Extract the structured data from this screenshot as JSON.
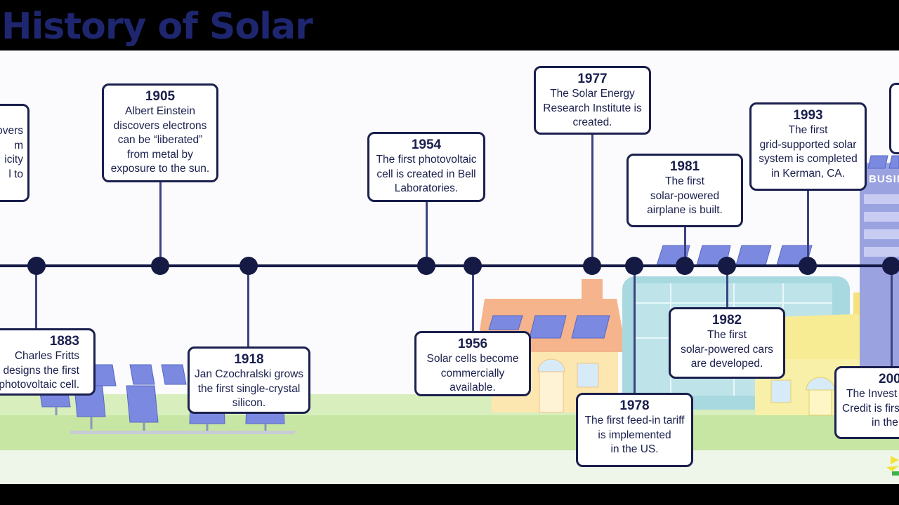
{
  "title": "History of Solar",
  "building_sign": "BUSIN",
  "events": [
    {
      "id": "partial-left",
      "year": "",
      "lines": [
        "overs",
        "m",
        "icity",
        "l to"
      ]
    },
    {
      "id": "1883",
      "year": "1883",
      "lines": [
        "Charles Fritts",
        "designs the first",
        "photovoltaic cell."
      ]
    },
    {
      "id": "1905",
      "year": "1905",
      "lines": [
        "Albert Einstein",
        "discovers electrons",
        "can be “liberated”",
        "from metal by",
        "exposure to the sun."
      ]
    },
    {
      "id": "1918",
      "year": "1918",
      "lines": [
        "Jan Czochralski grows",
        "the first single-crystal",
        "silicon."
      ]
    },
    {
      "id": "1954",
      "year": "1954",
      "lines": [
        "The first photovoltaic",
        "cell is created in Bell",
        "Laboratories."
      ]
    },
    {
      "id": "1956",
      "year": "1956",
      "lines": [
        "Solar cells become",
        "commercially",
        "available."
      ]
    },
    {
      "id": "1977",
      "year": "1977",
      "lines": [
        "The Solar Energy",
        "Research Institute is",
        "created."
      ]
    },
    {
      "id": "1978",
      "year": "1978",
      "lines": [
        "The first feed-in tariff",
        "is implemented",
        "in the US."
      ]
    },
    {
      "id": "1981",
      "year": "1981",
      "lines": [
        "The first",
        "solar-powered",
        "airplane is built."
      ]
    },
    {
      "id": "1982",
      "year": "1982",
      "lines": [
        "The first",
        "solar-powered cars",
        "are developed."
      ]
    },
    {
      "id": "1993",
      "year": "1993",
      "lines": [
        "The first",
        "grid-supported solar",
        "system is completed",
        "in Kerman, CA."
      ]
    },
    {
      "id": "2006-partial",
      "year": "200",
      "lines": [
        "The Invest",
        "Credit is firs",
        "in the"
      ]
    }
  ],
  "colors": {
    "title": "#1f2670",
    "timeline": "#141a44",
    "card_border": "#1a1f4d",
    "ground": "#c7e5a3",
    "panel": "#6f7fd6",
    "house_roof": "#f2a97e",
    "house_wall": "#fde8b0",
    "building": "#a8d9e0",
    "office": "#9aa2e0"
  }
}
